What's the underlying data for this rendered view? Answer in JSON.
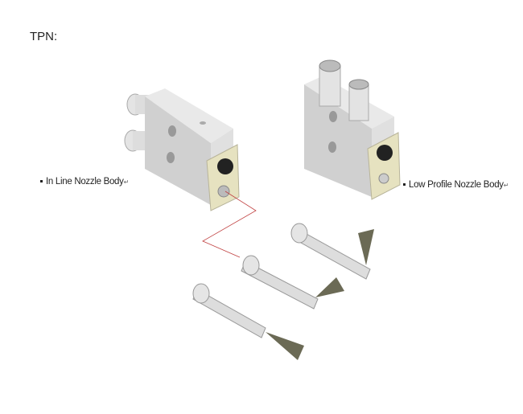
{
  "title": "TPN:",
  "labels": {
    "inline": "In Line Nozzle Body",
    "low_profile": "Low Profile Nozzle Body",
    "return_mark": "↵"
  },
  "colors": {
    "body": "#d6d6d6",
    "plate": "#e6e2c0",
    "leader": "#c04040",
    "nozzle_cone": "#6b6a55"
  }
}
